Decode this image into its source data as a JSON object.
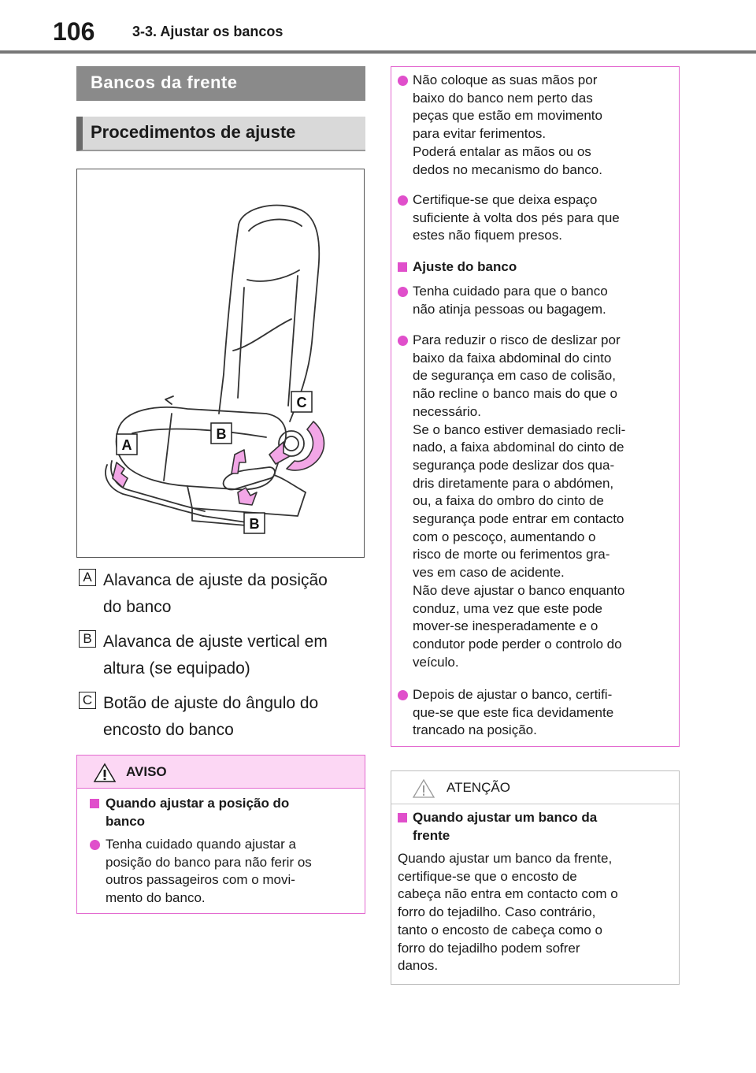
{
  "header": {
    "page_number": "106",
    "section": "3-3. Ajustar os bancos"
  },
  "left": {
    "banner_main": "Bancos da frente",
    "banner_sub": "Procedimentos de ajuste",
    "figure_labels": {
      "a": "A",
      "b_top": "B",
      "b_bottom": "B",
      "c": "C"
    },
    "legend": [
      {
        "key": "A",
        "line1": "Alavanca de ajuste da posição",
        "line2": "do banco"
      },
      {
        "key": "B",
        "line1": "Alavanca de ajuste vertical em",
        "line2": "altura (se equipado)"
      },
      {
        "key": "C",
        "line1": "Botão de ajuste do ângulo do",
        "line2": "encosto do banco"
      }
    ],
    "aviso": {
      "title": "AVISO",
      "heading_lines": [
        "Quando ajustar a posição do",
        "banco"
      ],
      "bullet_lines": [
        "Tenha cuidado quando ajustar a",
        "posição do banco para não ferir os",
        "outros passageiros com o movi-",
        "mento do banco."
      ]
    }
  },
  "right": {
    "warning_box": {
      "bullet1": [
        "Não coloque as suas mãos por",
        "baixo do banco nem perto das",
        "peças que estão em movimento",
        "para evitar ferimentos.",
        "Poderá entalar as mãos ou os",
        "dedos no mecanismo do banco."
      ],
      "bullet2": [
        "Certifique-se que deixa espaço",
        "suficiente à volta dos pés para que",
        "estes não fiquem presos."
      ],
      "heading": "Ajuste do banco",
      "bullet3": [
        "Tenha cuidado para que o banco",
        "não atinja pessoas ou bagagem."
      ],
      "bullet4": [
        "Para reduzir o risco de deslizar por",
        "baixo da faixa abdominal do cinto",
        "de segurança em caso de colisão,",
        "não recline o banco mais do que o",
        "necessário.",
        "Se o banco estiver demasiado recli-",
        "nado, a faixa abdominal do cinto de",
        "segurança pode deslizar dos qua-",
        "dris diretamente para o abdómen,",
        "ou, a faixa do ombro do cinto de",
        "segurança pode entrar em contacto",
        "com o pescoço, aumentando o",
        "risco de morte ou ferimentos gra-",
        "ves em caso de acidente.",
        "Não deve ajustar o banco enquanto",
        "conduz, uma vez que este pode",
        "mover-se inesperadamente e o",
        "condutor pode perder o controlo do",
        "veículo."
      ],
      "bullet5": [
        "Depois de ajustar o banco, certifi-",
        "que-se que este fica devidamente",
        "trancado na posição."
      ]
    },
    "atencao": {
      "title": "ATENÇÃO",
      "heading_lines": [
        "Quando ajustar um banco da",
        "frente"
      ],
      "body_lines": [
        "Quando ajustar um banco da frente,",
        "certifique-se que o encosto de",
        "cabeça não entra em contacto com o",
        "forro do tejadilho. Caso contrário,",
        "tanto o encosto de cabeça como o",
        "forro do tejadilho podem sofrer",
        "danos."
      ]
    }
  },
  "colors": {
    "accent_pink": "#e04fcb",
    "pink_border": "#e36ad0",
    "pink_fill": "#fcd7f4",
    "arrow_fill": "#f2a6e6",
    "banner_dark": "#8a8a8a",
    "banner_light": "#d9d9d9"
  }
}
